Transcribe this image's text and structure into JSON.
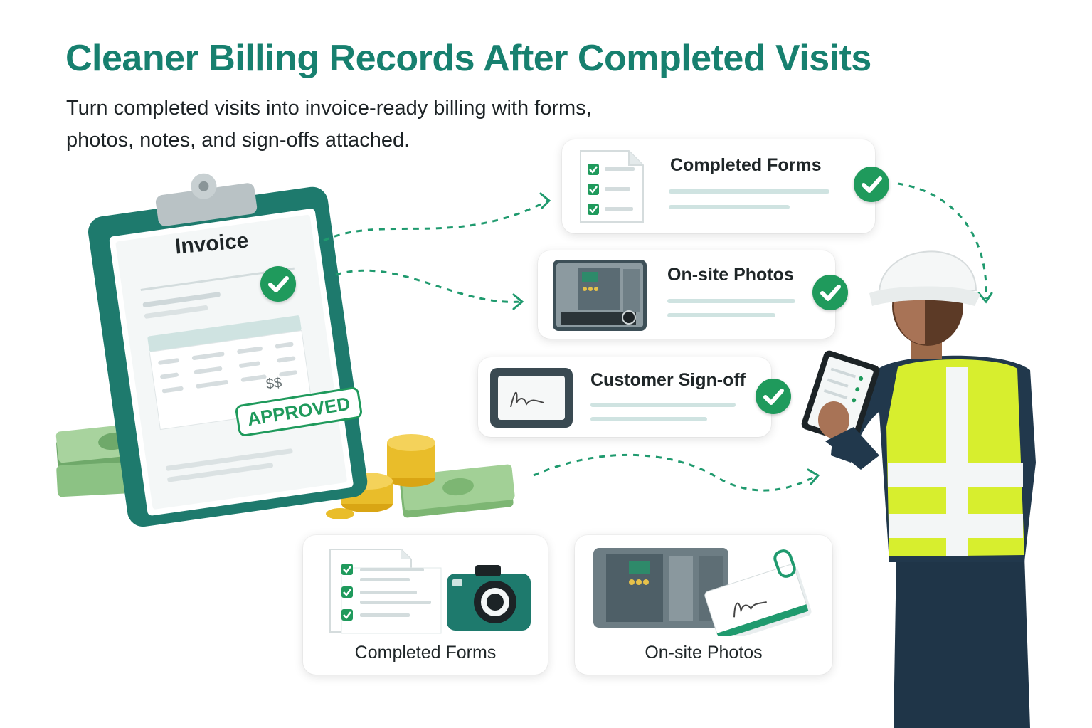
{
  "header": {
    "title": "Cleaner Billing Records After Completed Visits",
    "subtitle": "Turn completed visits into invoice-ready billing with forms, photos, notes, and sign-offs attached."
  },
  "invoice": {
    "heading": "Invoice",
    "currency_mark": "$$",
    "stamp": "APPROVED"
  },
  "attachments": [
    {
      "label": "Completed Forms",
      "status": "check-icon"
    },
    {
      "label": "On-site Photos",
      "status": "check-icon"
    },
    {
      "label": "Customer Sign-off",
      "status": "check-icon"
    }
  ],
  "bottom_cards": [
    {
      "label": "Completed Forms"
    },
    {
      "label": "On-site Photos"
    }
  ],
  "colors": {
    "brand": "#17806f",
    "check": "#1f9a5c",
    "clipboard": "#1e7a6d",
    "vest": "#d7ee2e"
  }
}
